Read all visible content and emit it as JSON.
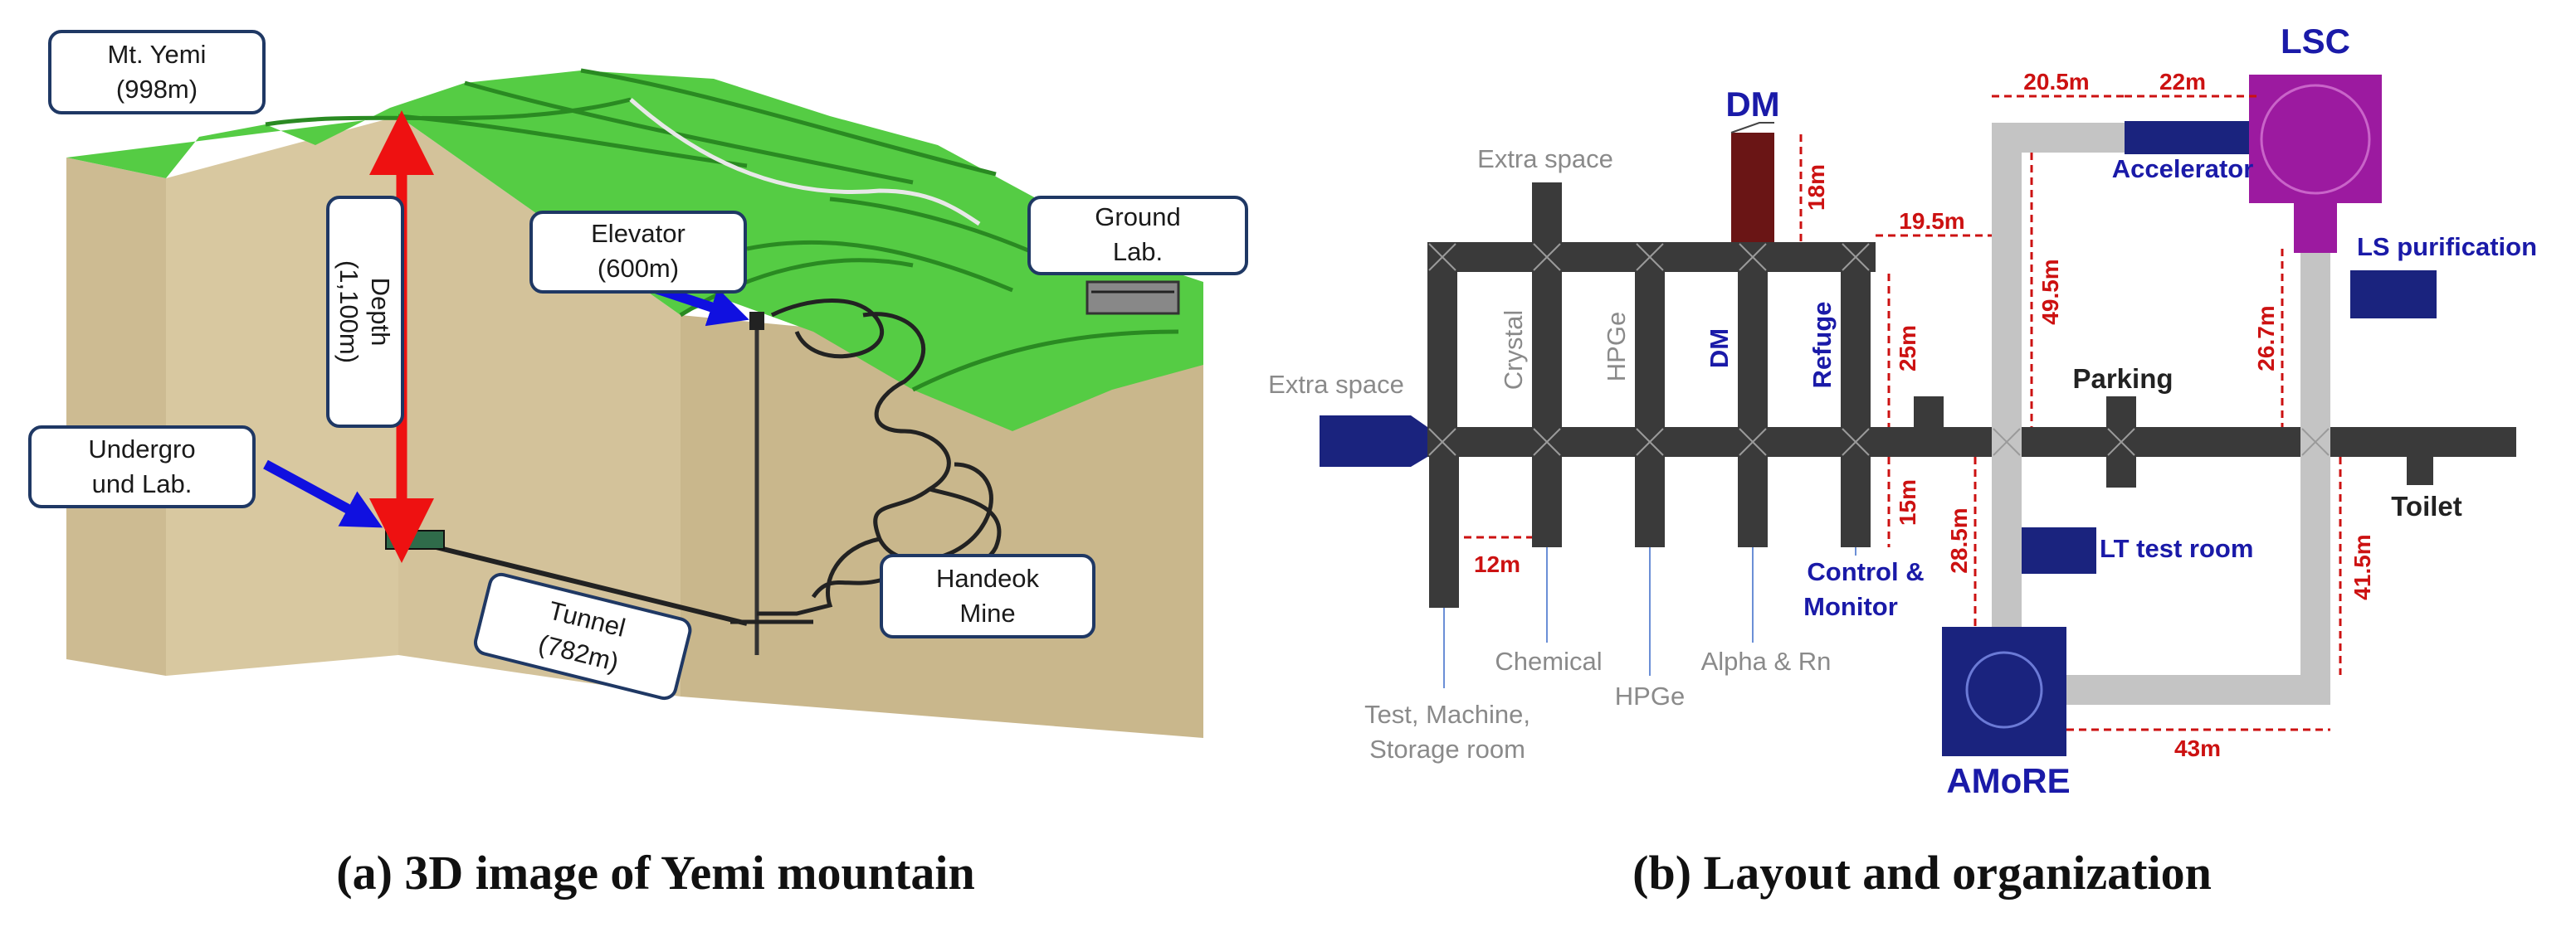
{
  "left_panel": {
    "caption": "(a) 3D image of Yemi mountain",
    "labels": {
      "mt_yemi_1": "Mt. Yemi",
      "mt_yemi_2": "(998m)",
      "elevator_1": "Elevator",
      "elevator_2": "(600m)",
      "ground_1": "Ground",
      "ground_2": "Lab.",
      "depth_1": "Depth",
      "depth_2": "(1,100m)",
      "underground_1": "Undergro",
      "underground_2": "und Lab.",
      "tunnel_1": "Tunnel",
      "tunnel_2": "(782m)",
      "handeok_1": "Handeok",
      "handeok_2": "Mine"
    },
    "colors": {
      "depth_arrow": "#ee1111",
      "pointer_arrow": "#1010e0",
      "rock": "#d8c8a0",
      "vegetation": "#55cc44"
    }
  },
  "right_panel": {
    "caption": "(b) Layout and organization",
    "labels": {
      "lsc": "LSC",
      "dm_top": "DM",
      "extra_space_top": "Extra space",
      "extra_space_left": "Extra space",
      "accelerator": "Accelerator",
      "ls_purification": "LS purification",
      "crystal": "Crystal",
      "hpge_vertical": "HPGe",
      "dm_vertical": "DM",
      "refuge": "Refuge",
      "parking": "Parking",
      "toilet": "Toilet",
      "lt_test_room": "LT test room",
      "control_1": "Control &",
      "control_2": "Monitor",
      "chemical": "Chemical",
      "hpge_bottom": "HPGe",
      "alpha_rn": "Alpha & Rn",
      "test_1": "Test, Machine,",
      "test_2": "Storage room",
      "amore": "AMoRE"
    },
    "dimensions": {
      "d_20_5": "20.5m",
      "d_22": "22m",
      "d_18": "18m",
      "d_19_5": "19.5m",
      "d_49_5": "49.5m",
      "d_26_7": "26.7m",
      "d_25": "25m",
      "d_15": "15m",
      "d_12": "12m",
      "d_28_5": "28.5m",
      "d_41_5": "41.5m",
      "d_43": "43m"
    },
    "colors": {
      "tunnel": "#3a3a3a",
      "lab_room": "#1a237e",
      "dm_room": "#6a1515",
      "lsc_room": "#9c1aa0",
      "new_tunnel": "#bdbdbd",
      "dimension": "#cc1111"
    }
  }
}
